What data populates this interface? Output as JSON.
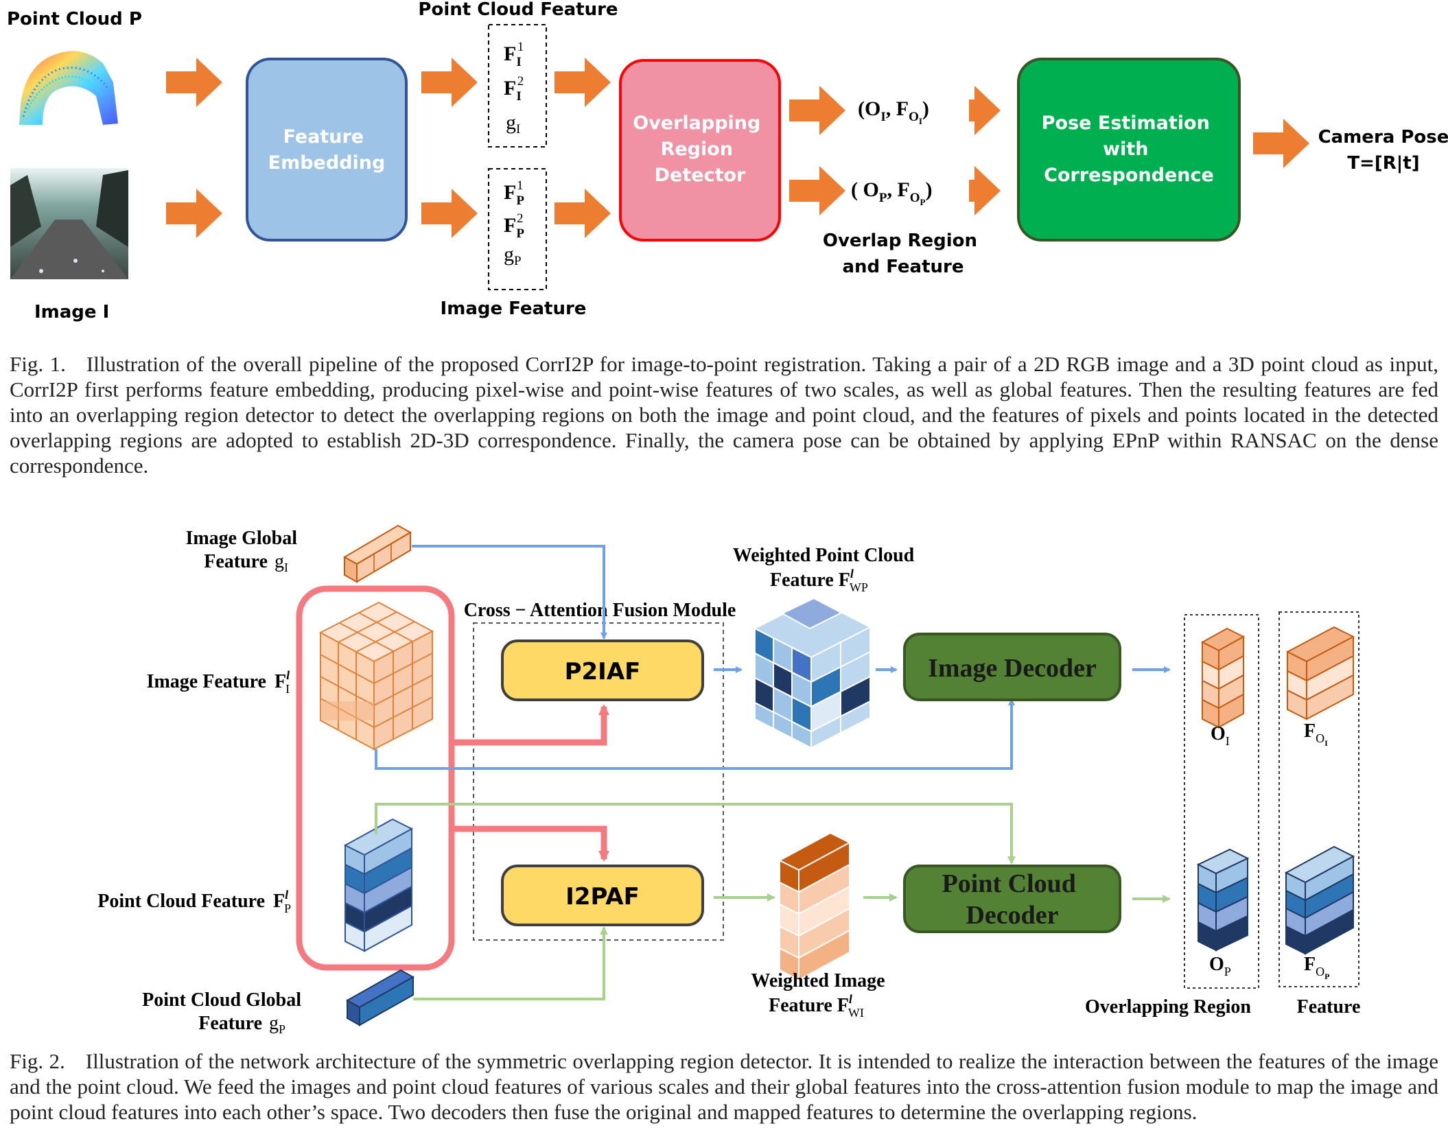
{
  "fig1": {
    "inputs": {
      "point_cloud": "Point Cloud P",
      "image": "Image I"
    },
    "feature_embedding": "Feature Embedding",
    "point_cloud_feature_title": "Point Cloud Feature",
    "image_feature_title": "Image Feature",
    "image_features": [
      "F",
      "F",
      "g"
    ],
    "point_features": [
      "F",
      "F",
      "g"
    ],
    "overlap_detector": "Overlapping Region Detector",
    "overlap_outputs": [
      "(O_I, F_O_I)",
      "(O_P, F_O_P)"
    ],
    "overlap_label": "Overlap Region and Feature",
    "pose_estimation": "Pose Estimation with Correspondence",
    "camera_pose": "Camera Pose",
    "camera_pose_formula": "T=[R|t]",
    "caption_label": "Fig. 1.",
    "caption": "Illustration of the overall pipeline of the proposed CorrI2P for image-to-point registration. Taking a pair of a 2D RGB image and a 3D point cloud as input, CorrI2P first performs feature embedding, producing pixel-wise and point-wise features of two scales, as well as global features. Then the resulting features are fed into an overlapping region detector to detect the overlapping regions on both the image and point cloud, and the features of pixels and points located in the detected overlapping regions are adopted to establish 2D-3D correspondence. Finally, the camera pose can be obtained by applying EPnP within RANSAC on the dense correspondence."
  },
  "fig2": {
    "image_global": [
      "Image Global",
      "Feature"
    ],
    "image_feature": "Image Feature",
    "point_feature": "Point Cloud Feature",
    "point_global": [
      "Point Cloud Global",
      "Feature"
    ],
    "cross_attention": "Cross − Attention Fusion Module",
    "p2iaf": "P2IAF",
    "i2paf": "I2PAF",
    "weighted_point": [
      "Weighted Point Cloud",
      "Feature"
    ],
    "weighted_image": [
      "Weighted Image",
      "Feature"
    ],
    "image_decoder": "Image Decoder",
    "point_decoder": [
      "Point Cloud",
      "Decoder"
    ],
    "overlapping_region": "Overlapping Region",
    "feature": "Feature",
    "caption_label": "Fig. 2.",
    "caption": "Illustration of the network architecture of the symmetric overlapping region detector. It is intended to realize the interaction between the features of the image and the point cloud. We feed the images and point cloud features of various scales and their global features into the cross-attention fusion module to map the image and point cloud features into each other’s space. Two decoders then fuse the original and mapped features to determine the overlapping regions."
  },
  "colors": {
    "orange_arrow": "#ED7D31",
    "feature_embedding": "#9DC3E6",
    "overlap_detector": "#F092A4",
    "pose_estimation": "#00B050",
    "decoder": "#548235",
    "fusion": "#FFD966",
    "blue_line": "#6FA0E8",
    "green_line": "#A9D18E",
    "pink_line": "#F47A80"
  }
}
